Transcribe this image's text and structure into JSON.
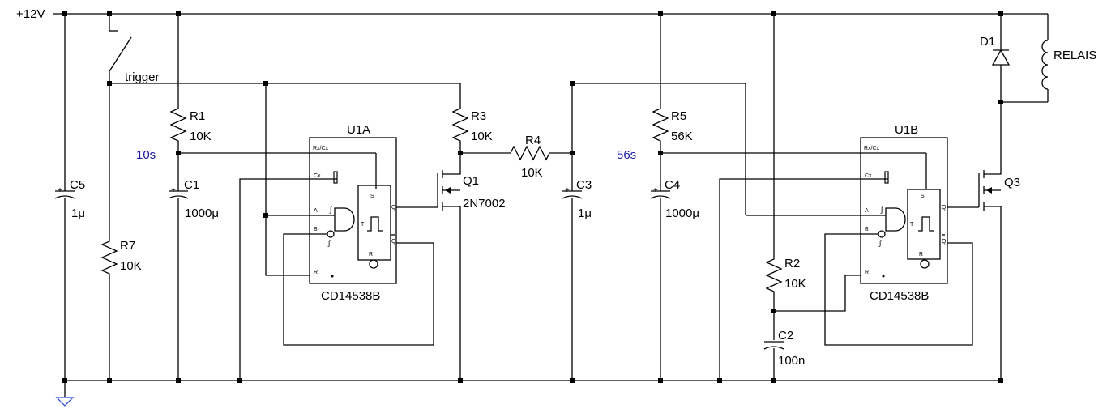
{
  "supply": "+12V",
  "trigger_net": "trigger",
  "time_labels": {
    "t1": "10s",
    "t2": "56s"
  },
  "resistors": {
    "R1": {
      "name": "R1",
      "value": "10K"
    },
    "R2": {
      "name": "R2",
      "value": "10K"
    },
    "R3": {
      "name": "R3",
      "value": "10K"
    },
    "R4": {
      "name": "R4",
      "value": "10K"
    },
    "R5": {
      "name": "R5",
      "value": "56K"
    },
    "R7": {
      "name": "R7",
      "value": "10K"
    }
  },
  "capacitors": {
    "C1": {
      "name": "C1",
      "value": "1000μ"
    },
    "C2": {
      "name": "C2",
      "value": "100n"
    },
    "C3": {
      "name": "C3",
      "value": "1μ"
    },
    "C4": {
      "name": "C4",
      "value": "1000μ"
    },
    "C5": {
      "name": "C5",
      "value": "1μ"
    }
  },
  "ics": {
    "U1A": {
      "name": "U1A",
      "part": "CD14538B"
    },
    "U1B": {
      "name": "U1B",
      "part": "CD14538B"
    }
  },
  "ic_pins": {
    "rxcx": "Rx/Cx",
    "cx": "Cx",
    "a": "A",
    "b": "B",
    "r": "R",
    "s": "S",
    "q": "Q",
    "qbar": "Q",
    "t": "T"
  },
  "transistors": {
    "Q1": {
      "name": "Q1",
      "part": "2N7002"
    },
    "Q3": {
      "name": "Q3"
    }
  },
  "diode": {
    "name": "D1"
  },
  "relay": {
    "name": "RELAIS"
  }
}
